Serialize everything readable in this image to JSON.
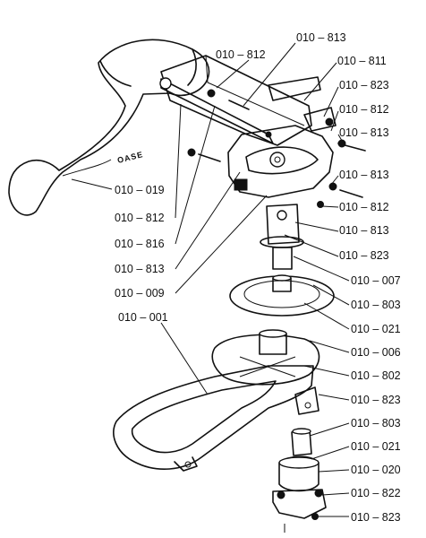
{
  "diagram": {
    "brand_text": "OASE",
    "labels": [
      {
        "text": "010 – 813"
      },
      {
        "text": "010 – 812"
      },
      {
        "text": "010 – 811"
      },
      {
        "text": "010 – 823"
      },
      {
        "text": "010 – 812"
      },
      {
        "text": "010 – 813"
      },
      {
        "text": "010 – 813"
      },
      {
        "text": "010 – 812"
      },
      {
        "text": "010 – 813"
      },
      {
        "text": "010 – 823"
      },
      {
        "text": "010 – 019"
      },
      {
        "text": "010 – 812"
      },
      {
        "text": "010 – 816"
      },
      {
        "text": "010 – 813"
      },
      {
        "text": "010 – 009"
      },
      {
        "text": "010 – 001"
      },
      {
        "text": "010 – 007"
      },
      {
        "text": "010 – 803"
      },
      {
        "text": "010 – 021"
      },
      {
        "text": "010 – 006"
      },
      {
        "text": "010 – 802"
      },
      {
        "text": "010 – 823"
      },
      {
        "text": "010 – 803"
      },
      {
        "text": "010 – 021"
      },
      {
        "text": "010 – 020"
      },
      {
        "text": "010 – 822"
      },
      {
        "text": "010 – 823"
      }
    ]
  }
}
